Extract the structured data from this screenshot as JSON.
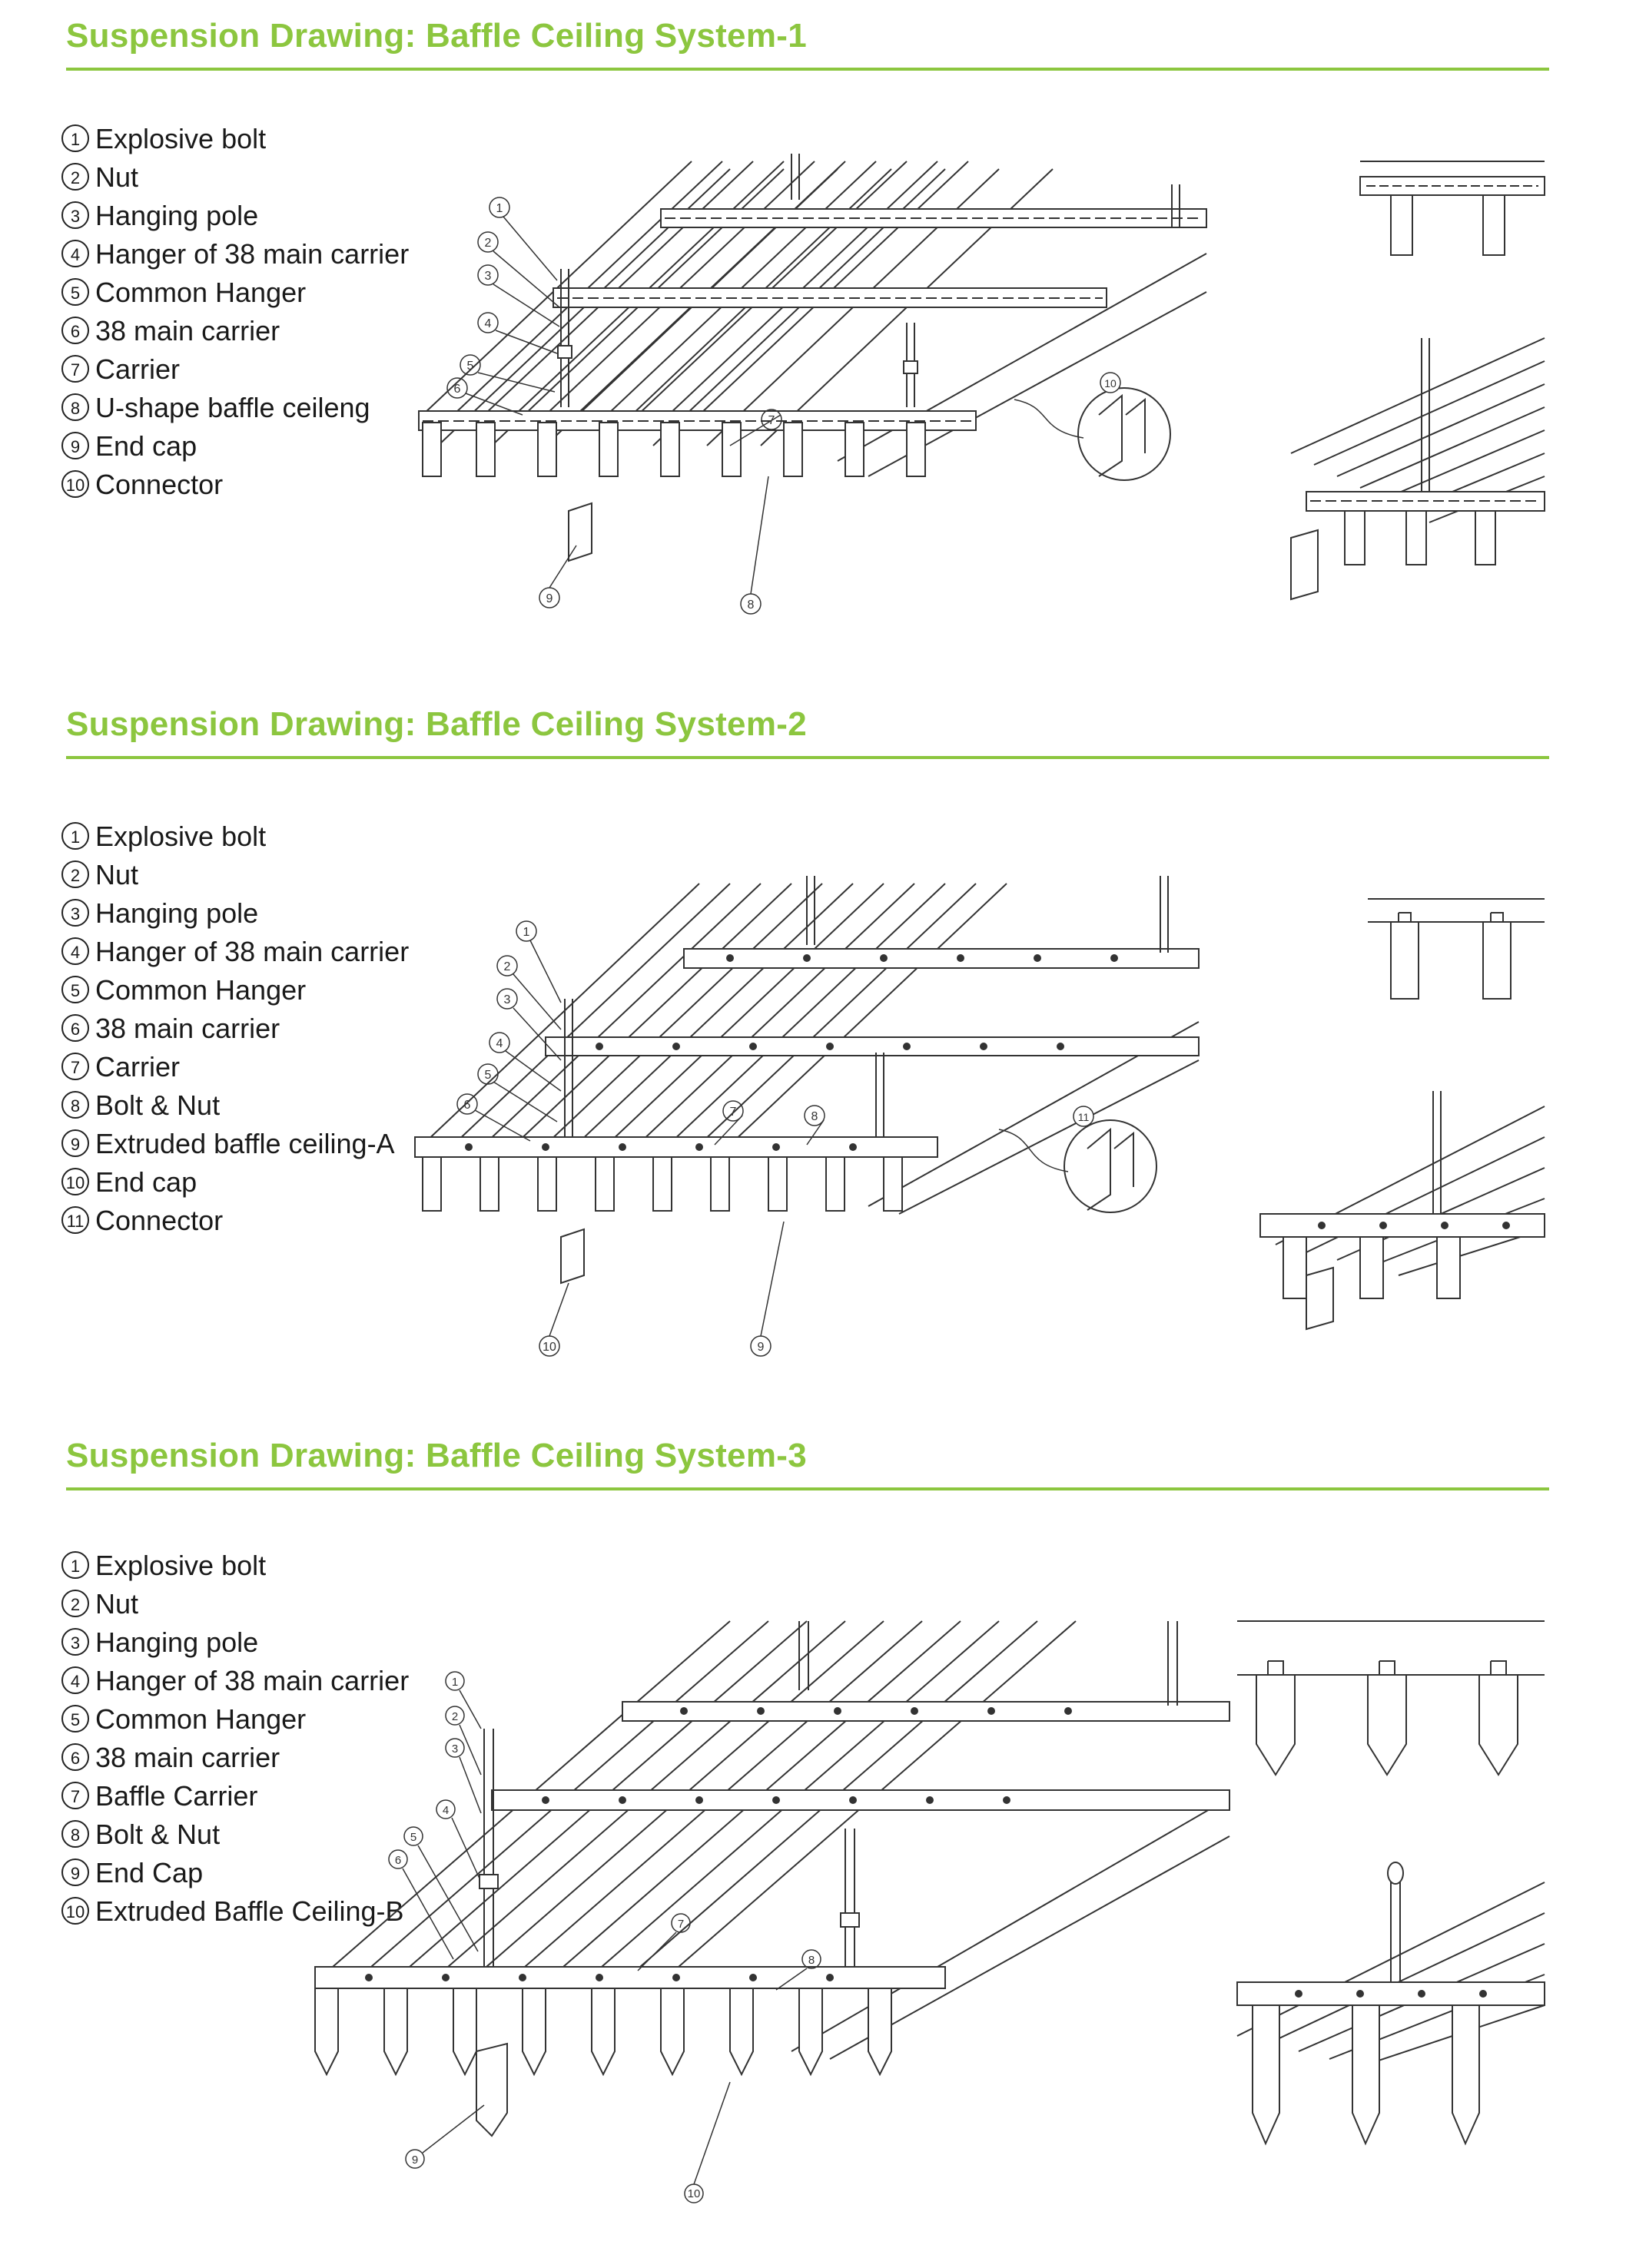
{
  "sections": [
    {
      "title": "Suspension Drawing: Baffle Ceiling System-1",
      "items": [
        {
          "num": "1",
          "label": "Explosive bolt"
        },
        {
          "num": "2",
          "label": "Nut"
        },
        {
          "num": "3",
          "label": "Hanging pole"
        },
        {
          "num": "4",
          "label": "Hanger of 38 main carrier"
        },
        {
          "num": "5",
          "label": "Common Hanger"
        },
        {
          "num": "6",
          "label": "38 main carrier"
        },
        {
          "num": "7",
          "label": "Carrier"
        },
        {
          "num": "8",
          "label": "U-shape baffle ceileng"
        },
        {
          "num": "9",
          "label": "End cap"
        },
        {
          "num": "10",
          "label": "Connector"
        }
      ]
    },
    {
      "title": "Suspension Drawing: Baffle Ceiling System-2",
      "items": [
        {
          "num": "1",
          "label": "Explosive bolt"
        },
        {
          "num": "2",
          "label": "Nut"
        },
        {
          "num": "3",
          "label": "Hanging pole"
        },
        {
          "num": "4",
          "label": "Hanger of 38 main carrier"
        },
        {
          "num": "5",
          "label": "Common Hanger"
        },
        {
          "num": "6",
          "label": "38 main carrier"
        },
        {
          "num": "7",
          "label": "Carrier"
        },
        {
          "num": "8",
          "label": "Bolt & Nut"
        },
        {
          "num": "9",
          "label": "Extruded baffle ceiling-A"
        },
        {
          "num": "10",
          "label": "End cap"
        },
        {
          "num": "11",
          "label": "Connector"
        }
      ]
    },
    {
      "title": "Suspension Drawing: Baffle Ceiling System-3",
      "items": [
        {
          "num": "1",
          "label": "Explosive bolt"
        },
        {
          "num": "2",
          "label": "Nut"
        },
        {
          "num": "3",
          "label": "Hanging pole"
        },
        {
          "num": "4",
          "label": "Hanger of 38 main carrier"
        },
        {
          "num": "5",
          "label": "Common Hanger"
        },
        {
          "num": "6",
          "label": "38 main carrier"
        },
        {
          "num": "7",
          "label": "Baffle Carrier"
        },
        {
          "num": "8",
          "label": "Bolt & Nut"
        },
        {
          "num": "9",
          "label": "End Cap"
        },
        {
          "num": "10",
          "label": "Extruded Baffle Ceiling-B"
        }
      ]
    }
  ],
  "colors": {
    "accent": "#8cc63f",
    "text": "#1a1a1a",
    "line": "#333333"
  }
}
